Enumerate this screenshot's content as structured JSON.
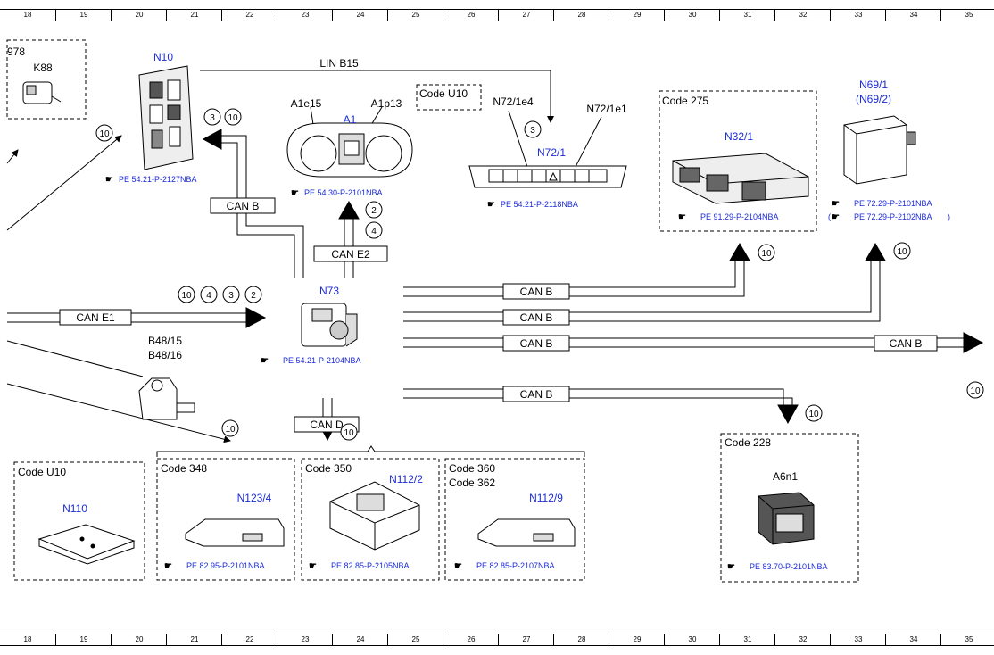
{
  "ruler_numbers": [
    "18",
    "19",
    "20",
    "21",
    "22",
    "23",
    "24",
    "25",
    "26",
    "27",
    "28",
    "29",
    "30",
    "31",
    "32",
    "33",
    "34",
    "35"
  ],
  "components": {
    "k88": {
      "partial_id": "978",
      "label": "K88"
    },
    "n10": {
      "label": "N10",
      "ref": "PE 54.21-P-2127NBA"
    },
    "a1": {
      "label": "A1",
      "sub1": "A1e15",
      "sub2": "A1p13",
      "ref": "PE 54.30-P-2101NBA"
    },
    "n72_1": {
      "code": "Code U10",
      "sub1": "N72/1e4",
      "sub2": "N72/1e1",
      "label": "N72/1",
      "ref": "PE 54.21-P-2118NBA"
    },
    "n32_1": {
      "code": "Code 275",
      "label": "N32/1",
      "ref": "PE 91.29-P-2104NBA"
    },
    "n69_1": {
      "label": "N69/1",
      "label2": "(N69/2)",
      "ref": "PE 72.29-P-2101NBA",
      "ref2": "PE 72.29-P-2102NBA"
    },
    "n73": {
      "label": "N73",
      "ref": "PE 54.21-P-2104NBA"
    },
    "b48": {
      "label1": "B48/15",
      "label2": "B48/16"
    },
    "n110": {
      "code": "Code U10",
      "label": "N110"
    },
    "n123_4": {
      "code": "Code 348",
      "label": "N123/4",
      "ref": "PE 82.95-P-2101NBA"
    },
    "n112_2": {
      "code": "Code 350",
      "label": "N112/2",
      "ref": "PE 82.85-P-2105NBA"
    },
    "n112_9": {
      "code1": "Code 360",
      "code2": "Code 362",
      "label": "N112/9",
      "ref": "PE 82.85-P-2107NBA"
    },
    "a6n1": {
      "code": "Code 228",
      "label": "A6n1",
      "ref": "PE 83.70-P-2101NBA"
    }
  },
  "buses": {
    "lin": "LIN B15",
    "can_b": "CAN B",
    "can_e1": "CAN E1",
    "can_e2": "CAN E2",
    "can_d": "CAN D"
  },
  "markers": {
    "m10": "10",
    "m4": "4",
    "m3": "3",
    "m2": "2"
  },
  "ref_icon": "pointing-hand-icon"
}
